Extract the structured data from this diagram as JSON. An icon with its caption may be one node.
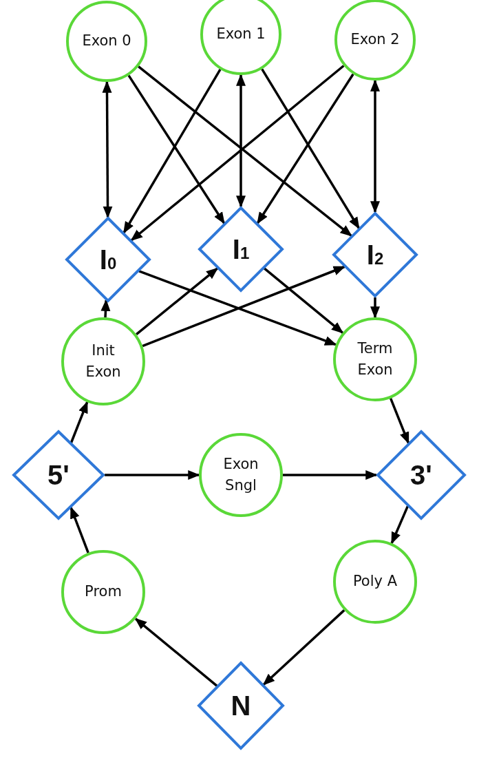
{
  "diagram": {
    "nodes": [
      {
        "text": [
          "Exon 0"
        ]
      },
      {
        "text": [
          "Exon 1"
        ]
      },
      {
        "text": [
          "Exon 2"
        ]
      },
      {
        "text": [
          "I$_{0}$"
        ]
      },
      {
        "text": [
          "I$_{1}$"
        ]
      },
      {
        "text": [
          "I$_{2}$"
        ]
      },
      {
        "text": [
          "Init Exon"
        ]
      },
      {
        "text": [
          "Term Exon"
        ]
      },
      {
        "text": [
          "5'"
        ]
      },
      {
        "text": [
          "Exon Sngl"
        ]
      },
      {
        "text": [
          "3'"
        ]
      },
      {
        "text": [
          "Prom"
        ]
      },
      {
        "text": [
          "Poly A"
        ]
      },
      {
        "text": [
          "N"
        ]
      }
    ],
    "edges": [
      {
        "from": 0,
        "to": 3,
        "arrow": "both"
      },
      {
        "from": 0,
        "to": 4,
        "arrow": "to"
      },
      {
        "from": 0,
        "to": 5,
        "arrow": "to"
      },
      {
        "from": 1,
        "to": 3,
        "arrow": "to"
      },
      {
        "from": 1,
        "to": 4,
        "arrow": "both"
      },
      {
        "from": 1,
        "to": 5,
        "arrow": "to"
      },
      {
        "from": 2,
        "to": 3,
        "arrow": "to"
      },
      {
        "from": 2,
        "to": 4,
        "arrow": "to"
      },
      {
        "from": 2,
        "to": 5,
        "arrow": "both"
      },
      {
        "from": 3,
        "to": 7,
        "arrow": "to"
      },
      {
        "from": 4,
        "to": 7,
        "arrow": "to"
      },
      {
        "from": 5,
        "to": 7,
        "arrow": "to"
      },
      {
        "from": 6,
        "to": 3,
        "arrow": "to"
      },
      {
        "from": 6,
        "to": 4,
        "arrow": "to"
      },
      {
        "from": 6,
        "to": 5,
        "arrow": "to"
      },
      {
        "from": 7,
        "to": 10,
        "arrow": "to"
      },
      {
        "from": 8,
        "to": 6,
        "arrow": "to"
      },
      {
        "from": 8,
        "to": 9,
        "arrow": "to"
      },
      {
        "from": 9,
        "to": 10,
        "arrow": "to"
      },
      {
        "from": 10,
        "to": 12,
        "arrow": "to"
      },
      {
        "from": 12,
        "to": 13,
        "arrow": "to"
      },
      {
        "from": 13,
        "to": 11,
        "arrow": "to"
      },
      {
        "from": 11,
        "to": 8,
        "arrow": "to"
      }
    ]
  }
}
